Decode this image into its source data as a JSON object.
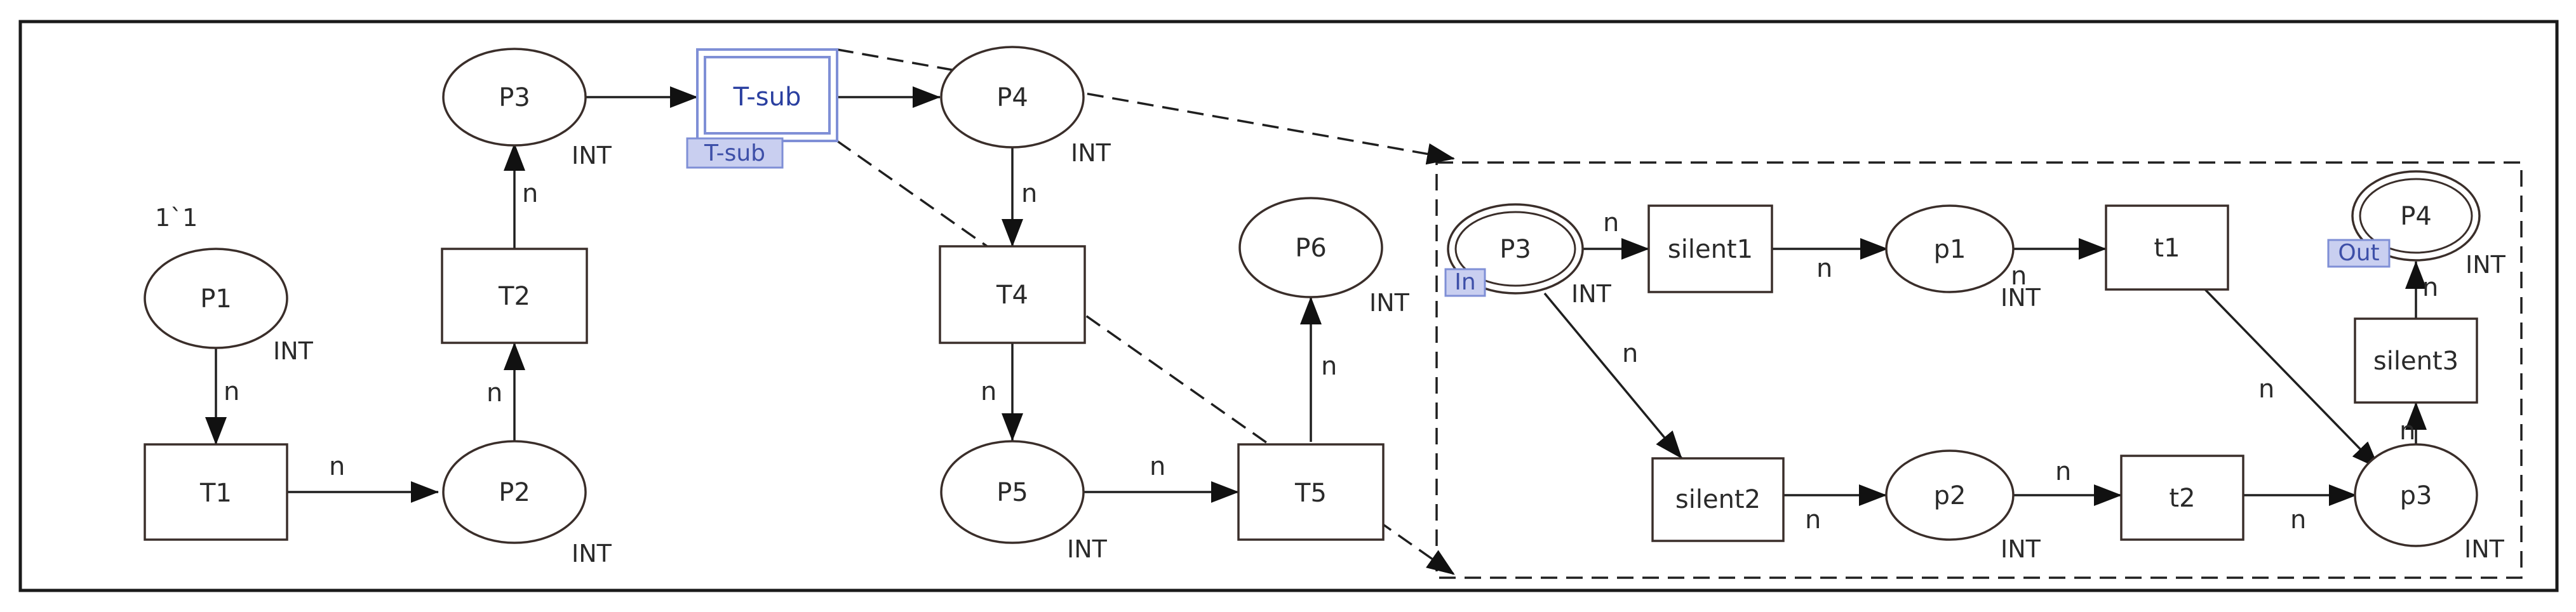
{
  "main_net": {
    "places": {
      "P1": {
        "label": "P1",
        "type": "INT",
        "marking": "1`1"
      },
      "P2": {
        "label": "P2",
        "type": "INT"
      },
      "P3": {
        "label": "P3",
        "type": "INT"
      },
      "P4": {
        "label": "P4",
        "type": "INT"
      },
      "P5": {
        "label": "P5",
        "type": "INT"
      },
      "P6": {
        "label": "P6",
        "type": "INT"
      }
    },
    "transitions": {
      "T1": {
        "label": "T1"
      },
      "T2": {
        "label": "T2"
      },
      "Tsub": {
        "label": "T-sub",
        "tag": "T-sub"
      },
      "T4": {
        "label": "T4"
      },
      "T5": {
        "label": "T5"
      }
    },
    "arc_inscription": "n"
  },
  "subpage": {
    "places": {
      "P3": {
        "label": "P3",
        "type": "INT",
        "port": "In"
      },
      "p1": {
        "label": "p1",
        "type": "INT"
      },
      "p2": {
        "label": "p2",
        "type": "INT"
      },
      "p3": {
        "label": "p3",
        "type": "INT"
      },
      "P4": {
        "label": "P4",
        "type": "INT",
        "port": "Out"
      }
    },
    "transitions": {
      "silent1": {
        "label": "silent1"
      },
      "silent2": {
        "label": "silent2"
      },
      "t1": {
        "label": "t1"
      },
      "t2": {
        "label": "t2"
      },
      "silent3": {
        "label": "silent3"
      }
    },
    "arc_inscription": "n"
  },
  "colors": {
    "border": "#1a1a1a",
    "node_stroke": "#3a2e2a",
    "substitution_blue": "#7f8fd6",
    "tag_fill": "#c9cff0"
  }
}
